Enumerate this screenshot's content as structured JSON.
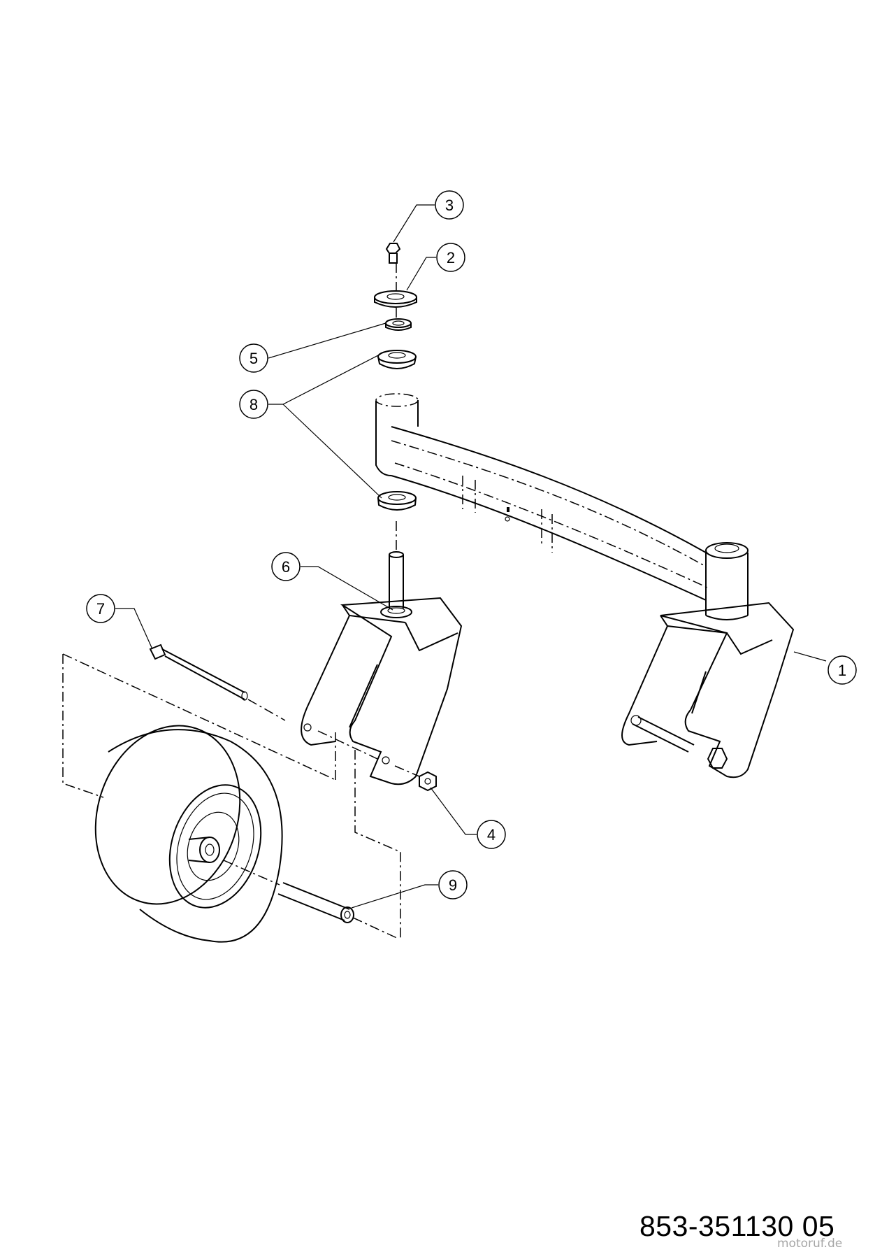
{
  "diagram": {
    "part_number": "853-351130 05",
    "watermark": "motoruf.de",
    "callouts": [
      {
        "id": "1",
        "label": "1"
      },
      {
        "id": "2",
        "label": "2"
      },
      {
        "id": "3",
        "label": "3"
      },
      {
        "id": "4",
        "label": "4"
      },
      {
        "id": "5",
        "label": "5"
      },
      {
        "id": "6",
        "label": "6"
      },
      {
        "id": "7",
        "label": "7"
      },
      {
        "id": "8",
        "label": "8"
      },
      {
        "id": "9",
        "label": "9"
      }
    ]
  }
}
